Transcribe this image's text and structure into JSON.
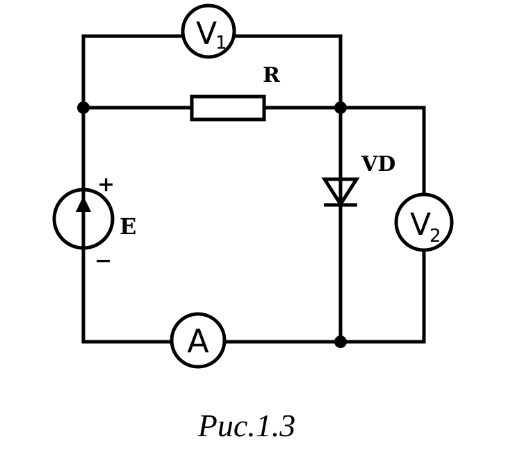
{
  "figure": {
    "caption": "Рис.1.3",
    "colors": {
      "ink": "#000000",
      "background": "#ffffff"
    }
  },
  "components": {
    "voltmeter_1": {
      "symbol": "V",
      "subscript": "1",
      "label": "V1"
    },
    "resistor": {
      "label": "R"
    },
    "source": {
      "label": "E",
      "plus": "+",
      "minus": "−"
    },
    "diode": {
      "label": "VD"
    },
    "voltmeter_2": {
      "symbol": "V",
      "subscript": "2",
      "label": "V2"
    },
    "ammeter": {
      "symbol": "A",
      "label": "A"
    }
  }
}
